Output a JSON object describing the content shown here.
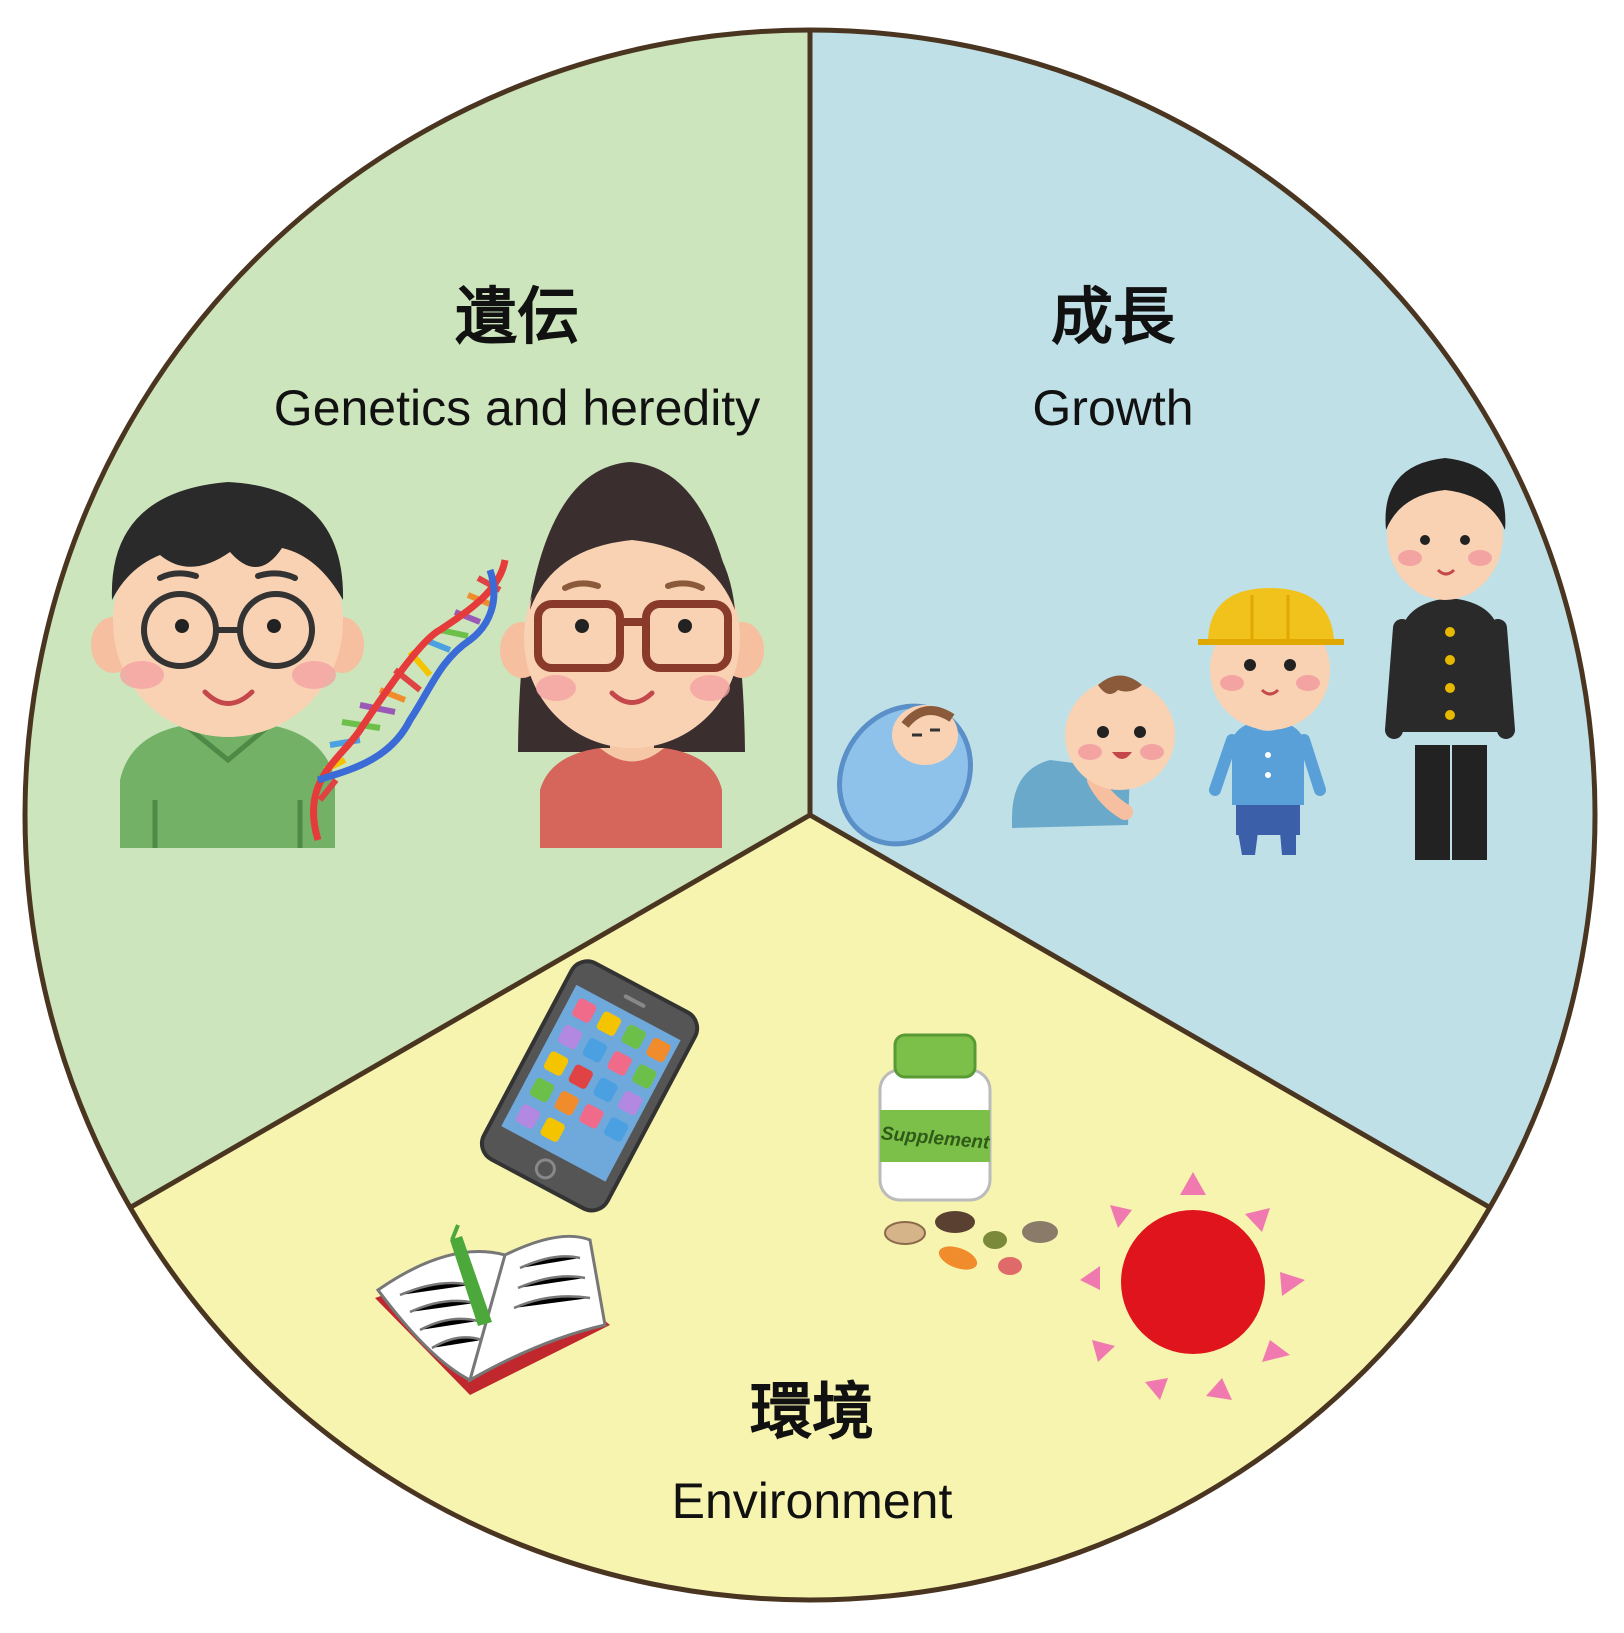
{
  "segments": {
    "genetics": {
      "title_jp": "遺伝",
      "title_en": "Genetics and heredity",
      "color": "#cce5bc"
    },
    "growth": {
      "title_jp": "成長",
      "title_en": "Growth",
      "color": "#bfe0e6"
    },
    "environment": {
      "title_jp": "環境",
      "title_en": "Environment",
      "color": "#f7f4b0"
    }
  },
  "supplement_label": "Supplement",
  "outline_color": "#4a3521",
  "icons": [
    "father-icon",
    "mother-icon",
    "dna-helix-icon",
    "swaddled-baby-icon",
    "crawling-baby-icon",
    "kindergarten-child-icon",
    "student-icon",
    "smartphone-icon",
    "supplement-bottle-icon",
    "pills-icon",
    "sun-icon",
    "open-book-icon"
  ]
}
